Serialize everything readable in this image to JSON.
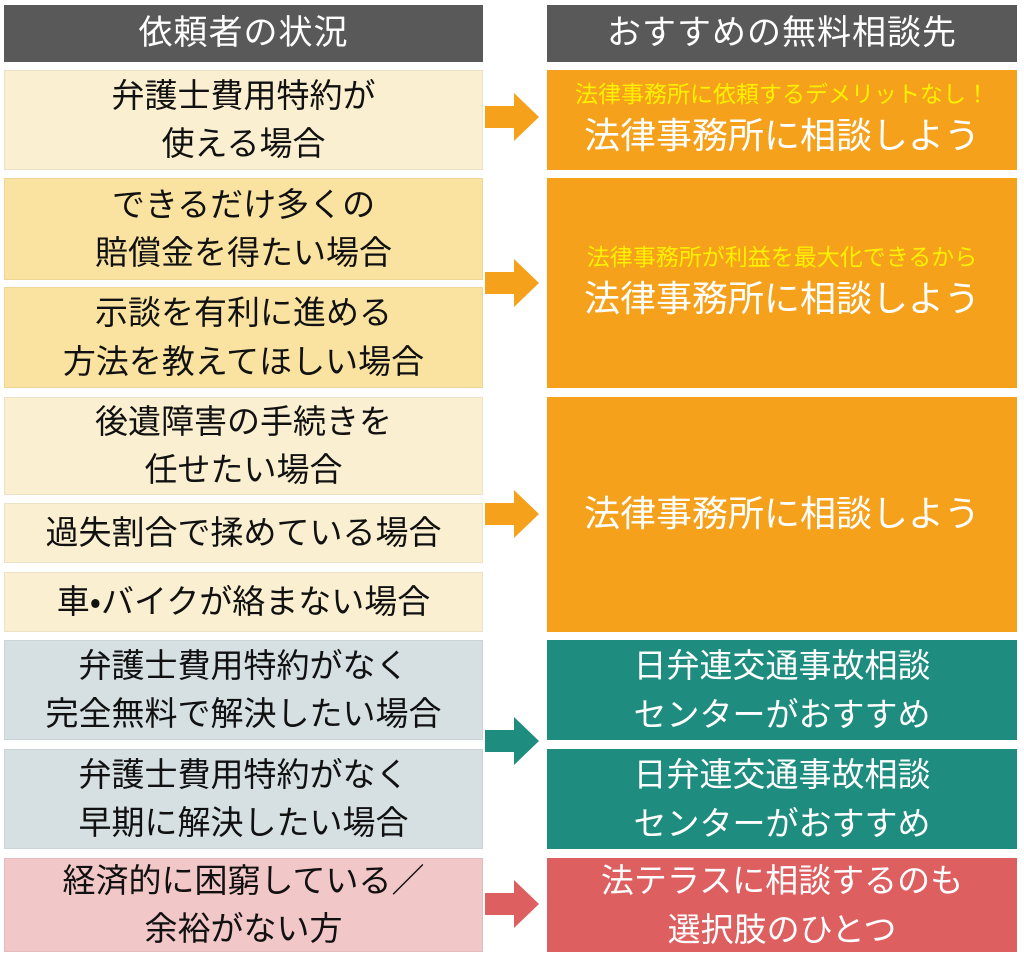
{
  "header": {
    "left": "依頼者の状況",
    "right": "おすすめの無料相談先"
  },
  "situations": [
    {
      "text": "弁護士費用特約が\n使える場合"
    },
    {
      "text": "できるだけ多くの\n賠償金を得たい場合"
    },
    {
      "text": "示談を有利に進める\n方法を教えてほしい場合"
    },
    {
      "text": "後遺障害の手続きを\n任せたい場合"
    },
    {
      "text": "過失割合で揉めている場合"
    },
    {
      "text": "車・バイクが絡まない場合"
    },
    {
      "text": "弁護士費用特約がなく\n完全無料で解決したい場合"
    },
    {
      "text": "弁護士費用特約がなく\n早期に解決したい場合"
    },
    {
      "text": "経済的に困窮している／\n余裕がない方"
    }
  ],
  "recommendations": [
    {
      "note": "法律事務所に依頼するデメリットなし！",
      "text": "法律事務所に相談しよう"
    },
    {
      "note": "法律事務所が利益を最大化できるから",
      "text": "法律事務所に相談しよう"
    },
    {
      "text": "法律事務所に相談しよう"
    },
    {
      "text": "日弁連交通事故相談\nセンターがおすすめ"
    },
    {
      "text": "日弁連交通事故相談\nセンターがおすすめ"
    },
    {
      "text": "法テラスに相談するのも\n選択肢のひとつ"
    }
  ],
  "icons": {
    "arrow": "right-arrow"
  },
  "colors": {
    "header_bg": "#595959",
    "cream": "#FBEFD1",
    "yellow": "#FAE3A1",
    "bluegray": "#D6E0E3",
    "pink": "#F2C7C8",
    "orange": "#F5A11C",
    "teal": "#1E8C7F",
    "red": "#DD5F60",
    "note_yellow": "#FFF100"
  }
}
